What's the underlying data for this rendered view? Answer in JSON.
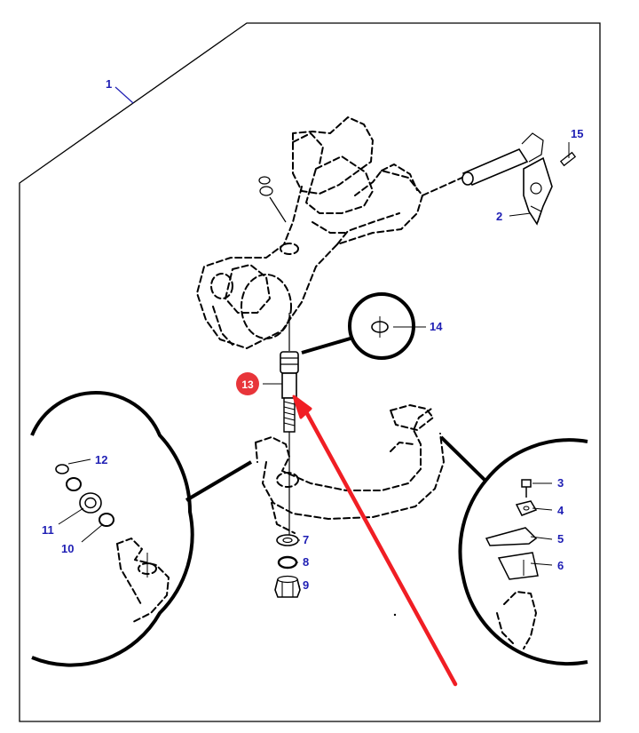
{
  "callouts": {
    "c1": "1",
    "c2": "2",
    "c3": "3",
    "c4": "4",
    "c5": "5",
    "c6": "6",
    "c7": "7",
    "c8": "8",
    "c9": "9",
    "c10": "10",
    "c11": "11",
    "c12": "12",
    "c13": "13",
    "c14": "14",
    "c15": "15"
  },
  "colors": {
    "callout_text": "#1f1fb4",
    "highlight_badge": "#e8353a",
    "arrow": "#f01e24",
    "line": "#000000"
  }
}
